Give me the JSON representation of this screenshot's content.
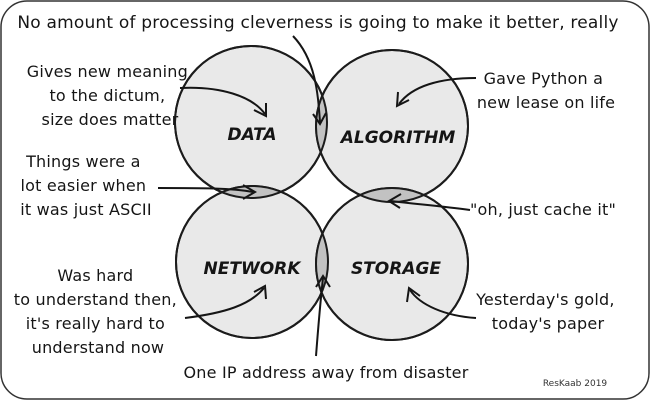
{
  "colors": {
    "circle_fill": "#e9e9e9",
    "overlap_fill": "#c2c2c2",
    "stroke": "#1c1c1c",
    "text": "#151515",
    "border": "#333333"
  },
  "title": "No amount of processing cleverness is going to make it better, really",
  "circles": {
    "data": "DATA",
    "algorithm": "ALGORITHM",
    "network": "NETWORK",
    "storage": "STORAGE"
  },
  "annotations": {
    "data": [
      "Gives new meaning",
      "to the dictum,",
      "size does matter"
    ],
    "algorithm": [
      "Gave Python a",
      "new lease on life"
    ],
    "data_network": [
      "Things were a",
      "lot easier when",
      "it was just ASCII"
    ],
    "algorithm_storage": "\"oh, just cache it\"",
    "network": [
      "Was hard",
      "to understand then,",
      "it's really hard to",
      "understand now"
    ],
    "storage": [
      "Yesterday's gold,",
      "today's paper"
    ],
    "network_storage": "One IP address away from disaster"
  },
  "signature": "ResKaab 2019"
}
